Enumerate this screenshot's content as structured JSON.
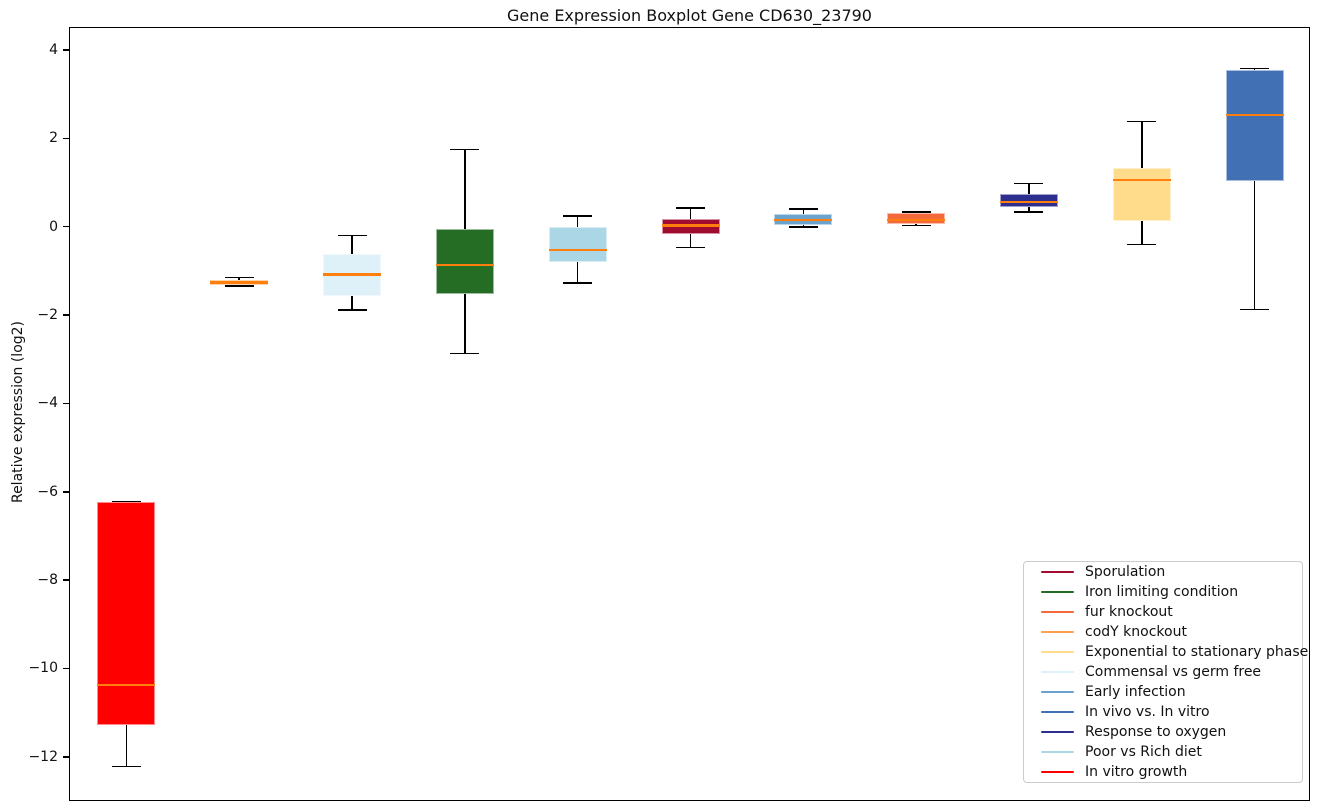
{
  "figure": {
    "title": "Gene Expression Boxplot Gene CD630_23790",
    "ylabel": "Relative expression (log2)"
  },
  "chart_data": {
    "type": "boxplot",
    "title": "Gene Expression Boxplot Gene CD630_23790",
    "xlabel": "",
    "ylabel": "Relative expression (log2)",
    "ylim": [
      -13.0,
      4.52
    ],
    "yticks": [
      4,
      2,
      0,
      -2,
      -4,
      -6,
      -8,
      -10,
      -12
    ],
    "grid": false,
    "legend_position": "lower right",
    "median_color": "#ff7f0e",
    "whisker_color": "#000000",
    "boxes": [
      {
        "label": "In vitro growth",
        "color": "#fe0000",
        "whisker_low": -12.2,
        "q1": -11.25,
        "median": -10.35,
        "q3": -6.2,
        "whisker_high": -6.2
      },
      {
        "label": "codY knockout",
        "color": "#f9a14c",
        "whisker_low": -1.32,
        "q1": -1.29,
        "median": -1.24,
        "q3": -1.19,
        "whisker_high": -1.13
      },
      {
        "label": "Commensal vs germ free",
        "color": "#def0f8",
        "whisker_low": -1.87,
        "q1": -1.55,
        "median": -1.06,
        "q3": -0.59,
        "whisker_high": -0.18
      },
      {
        "label": "Iron limiting condition",
        "color": "#256d25",
        "whisker_low": -2.85,
        "q1": -1.49,
        "median": -0.85,
        "q3": -0.02,
        "whisker_high": 1.77
      },
      {
        "label": "Poor vs Rich diet",
        "color": "#aad6e6",
        "whisker_low": -1.25,
        "q1": -0.78,
        "median": -0.5,
        "q3": 0.02,
        "whisker_high": 0.26
      },
      {
        "label": "Sporulation",
        "color": "#a00c30",
        "whisker_low": -0.45,
        "q1": -0.14,
        "median": 0.05,
        "q3": 0.2,
        "whisker_high": 0.45
      },
      {
        "label": "Early infection",
        "color": "#6ba3cd",
        "whisker_low": 0.02,
        "q1": 0.06,
        "median": 0.17,
        "q3": 0.3,
        "whisker_high": 0.42
      },
      {
        "label": "fur knockout",
        "color": "#f4693c",
        "whisker_low": 0.05,
        "q1": 0.08,
        "median": 0.18,
        "q3": 0.33,
        "whisker_high": 0.36
      },
      {
        "label": "Response to oxygen",
        "color": "#2e2e8f",
        "whisker_low": 0.35,
        "q1": 0.47,
        "median": 0.58,
        "q3": 0.77,
        "whisker_high": 1.0
      },
      {
        "label": "Exponential to stationary phase",
        "color": "#fedc8c",
        "whisker_low": -0.38,
        "q1": 0.15,
        "median": 1.08,
        "q3": 1.35,
        "whisker_high": 2.4
      },
      {
        "label": "In vivo vs. In vitro",
        "color": "#4170b4",
        "whisker_low": -1.85,
        "q1": 1.06,
        "median": 2.55,
        "q3": 3.58,
        "whisker_high": 3.6
      }
    ],
    "legend": [
      {
        "label": "Sporulation",
        "color": "#a00c30"
      },
      {
        "label": "Iron limiting condition",
        "color": "#256d25"
      },
      {
        "label": "fur knockout",
        "color": "#f4693c"
      },
      {
        "label": "codY knockout",
        "color": "#f9a14c"
      },
      {
        "label": "Exponential to stationary phase",
        "color": "#fedc8c"
      },
      {
        "label": "Commensal vs germ free",
        "color": "#def0f8"
      },
      {
        "label": "Early infection",
        "color": "#6ba3cd"
      },
      {
        "label": "In vivo vs. In vitro",
        "color": "#4170b4"
      },
      {
        "label": "Response to oxygen",
        "color": "#2e2e8f"
      },
      {
        "label": "Poor vs Rich diet",
        "color": "#aad6e6"
      },
      {
        "label": "In vitro growth",
        "color": "#fe0000"
      }
    ]
  }
}
